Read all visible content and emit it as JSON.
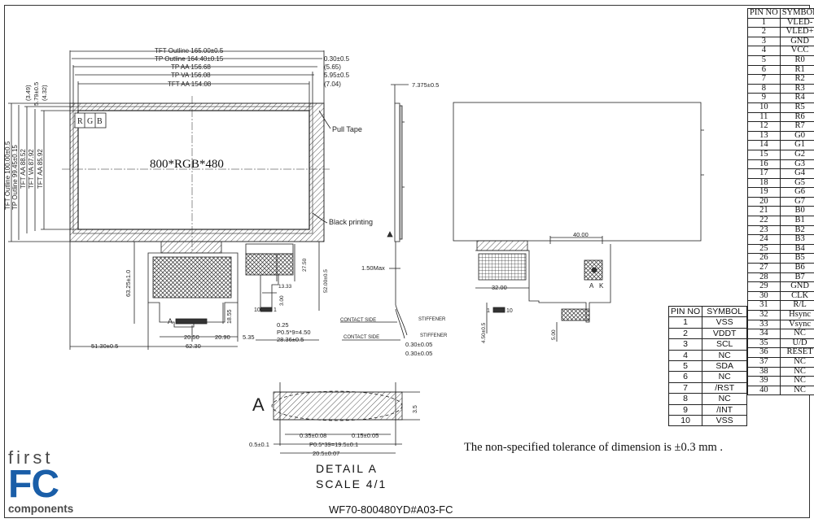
{
  "dimensions_top": [
    "TFT Outline 165.00±0.5",
    "TP Outline 164.40±0.15",
    "TP AA 156.68",
    "TP VA 156.08",
    "TFT AA 154.08"
  ],
  "dimensions_top_right": [
    "0.30±0.5",
    "(5.65)",
    "5.95±0.5",
    "(7.04)"
  ],
  "dimensions_left": [
    "TFT Outline 100.00±0.5",
    "TP Outline 99.45±0.15",
    "TFT AA 88.52",
    "TFT VA 87.92",
    "TFT AA 85.92"
  ],
  "dimensions_left_small": [
    "(3.49)",
    "5.79±0.5",
    "(4.32)"
  ],
  "panel": {
    "resolution": "800*RGB*480",
    "rgb": [
      "R",
      "G",
      "B"
    ],
    "pull_tape": "Pull Tape",
    "black_printing": "Black printing"
  },
  "fpc_front": {
    "dim_63": "63.25±1.0",
    "dim_18": "18.55",
    "label_a": "A",
    "dim_2050": "20.50",
    "dim_2090": "20.90",
    "dim_535": "5.35",
    "dim_51": "51.30±0.5",
    "dim_62": "62.30",
    "dim_025": "0.25",
    "dim_p05": "P0.5*9=4.50",
    "dim_2836": "28.36±0.5",
    "dim_1333": "13.33",
    "dim_2750": "27.50",
    "dim_52": "52.00±0.5",
    "dim_300": "3.00",
    "pin10": "10",
    "pin1": "1"
  },
  "side_view": {
    "dim_7375": "7.375±0.5",
    "dim_150": "1.50Max",
    "contact_side": [
      "CONTACT SIDE",
      "CONTACT SIDE"
    ],
    "stiffener": [
      "STIFFENER",
      "STIFFENER"
    ],
    "dim_030a": "0.30±0.05",
    "dim_030b": "0.30±0.05"
  },
  "back_view": {
    "dim_40": "40.00",
    "dim_32": "32.00",
    "dim_450": "4.50±0.5",
    "dim_500": "5.00",
    "anode": "A",
    "cathode": "K",
    "pin1": "1",
    "pin10": "10"
  },
  "detail": {
    "label": "A",
    "dim_035": "0.35±0.08",
    "dim_015": "0.15±0.05",
    "dim_05": "0.5±0.1",
    "dim_p05": "P0.5*39=19.5±0.1",
    "dim_205": "20.5±0.07",
    "dim_35": "3.5",
    "title": "DETAIL A",
    "scale": "SCALE 4/1"
  },
  "pin_table_40": {
    "headers": [
      "PIN NO",
      "SYMBOL"
    ],
    "rows": [
      [
        "1",
        "VLED-"
      ],
      [
        "2",
        "VLED+"
      ],
      [
        "3",
        "GND"
      ],
      [
        "4",
        "VCC"
      ],
      [
        "5",
        "R0"
      ],
      [
        "6",
        "R1"
      ],
      [
        "7",
        "R2"
      ],
      [
        "8",
        "R3"
      ],
      [
        "9",
        "R4"
      ],
      [
        "10",
        "R5"
      ],
      [
        "11",
        "R6"
      ],
      [
        "12",
        "R7"
      ],
      [
        "13",
        "G0"
      ],
      [
        "14",
        "G1"
      ],
      [
        "15",
        "G2"
      ],
      [
        "16",
        "G3"
      ],
      [
        "17",
        "G4"
      ],
      [
        "18",
        "G5"
      ],
      [
        "19",
        "G6"
      ],
      [
        "20",
        "G7"
      ],
      [
        "21",
        "B0"
      ],
      [
        "22",
        "B1"
      ],
      [
        "23",
        "B2"
      ],
      [
        "24",
        "B3"
      ],
      [
        "25",
        "B4"
      ],
      [
        "26",
        "B5"
      ],
      [
        "27",
        "B6"
      ],
      [
        "28",
        "B7"
      ],
      [
        "29",
        "GND"
      ],
      [
        "30",
        "CLK"
      ],
      [
        "31",
        "R/L"
      ],
      [
        "32",
        "Hsync"
      ],
      [
        "33",
        "Vsync"
      ],
      [
        "34",
        "NC"
      ],
      [
        "35",
        "U/D"
      ],
      [
        "36",
        "RESET"
      ],
      [
        "37",
        "NC"
      ],
      [
        "38",
        "NC"
      ],
      [
        "39",
        "NC"
      ],
      [
        "40",
        "NC"
      ]
    ]
  },
  "pin_table_10": {
    "headers": [
      "PIN NO",
      "SYMBOL"
    ],
    "rows": [
      [
        "1",
        "VSS"
      ],
      [
        "2",
        "VDDT"
      ],
      [
        "3",
        "SCL"
      ],
      [
        "4",
        "NC"
      ],
      [
        "5",
        "SDA"
      ],
      [
        "6",
        "NC"
      ],
      [
        "7",
        "/RST"
      ],
      [
        "8",
        "NC"
      ],
      [
        "9",
        "/INT"
      ],
      [
        "10",
        "VSS"
      ]
    ]
  },
  "tolerance_note": "The non-specified tolerance of dimension is ±0.3 mm .",
  "part_number": "WF70-800480YD#A03-FC",
  "logo": {
    "first": "first",
    "fc": "FC",
    "components": "components"
  },
  "colors": {
    "logo_blue": "#1a5ea8",
    "logo_gray": "#4a4a4a",
    "line": "#222222"
  }
}
